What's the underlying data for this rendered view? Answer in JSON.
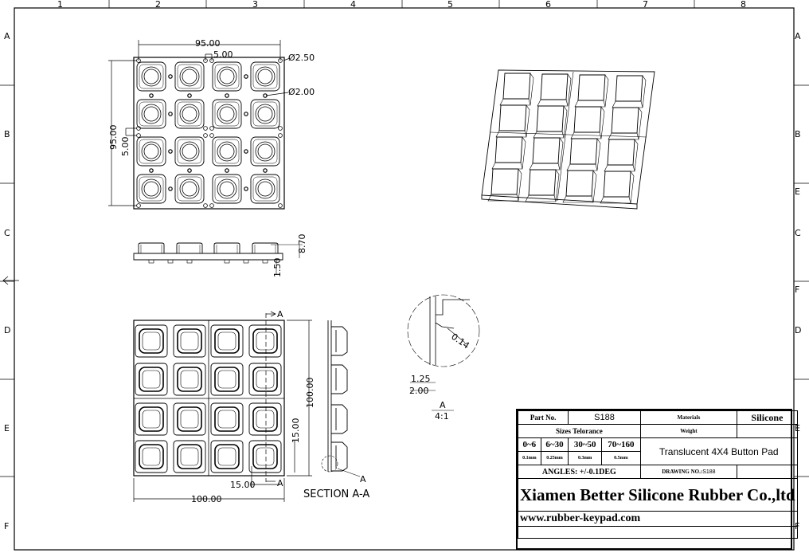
{
  "border": {
    "columns": [
      "1",
      "2",
      "3",
      "4",
      "5",
      "6",
      "7",
      "8"
    ],
    "rows_left": [
      "A",
      "B",
      "C",
      "D",
      "E",
      "F"
    ],
    "rows_right": [
      "A",
      "B",
      "E",
      "C",
      "F",
      "D",
      "E",
      "F"
    ]
  },
  "top_view": {
    "width_dim": "95.00",
    "pitch_dim": "5.00",
    "height_dim": "95.00",
    "side_pitch_dim": "5.00",
    "hole_large": "Ø2.50",
    "hole_small": "Ø2.00"
  },
  "side_view": {
    "height_dim": "8.70",
    "base_dim": "1.50"
  },
  "bottom_view": {
    "width_dim": "100.00",
    "height_dim": "100.00",
    "key_dim": "15.00",
    "key_width_dim": "15.00",
    "section_marker": "A",
    "section_marker_bottom": "A",
    "section_label": "SECTION A-A",
    "detail_callout": "A"
  },
  "detail": {
    "radius_dim": "0.14",
    "dim_a": "1.25",
    "dim_b": "2.00",
    "label": "A",
    "scale": "4:1"
  },
  "title_block": {
    "part_no_label": "Part No.",
    "part_no": "S188",
    "material_label": "Materials",
    "material": "Silicone",
    "tolerance_label": "Sizes Telorance",
    "weight_label": "Weight",
    "weight": "",
    "ranges": [
      "0~6",
      "6~30",
      "30~50",
      "70~160"
    ],
    "tolerances": [
      "0.1mm",
      "0.25mm",
      "0.3mm",
      "0.5mm"
    ],
    "description": "Translucent 4X4 Button Pad",
    "angles": "ANGLES: +/-0.1DEG",
    "drawing_no_label": "DRAWING NO.:",
    "drawing_no": "S188",
    "company": "Xiamen Better Silicone Rubber Co.,ltd",
    "website": "www.rubber-keypad.com"
  }
}
